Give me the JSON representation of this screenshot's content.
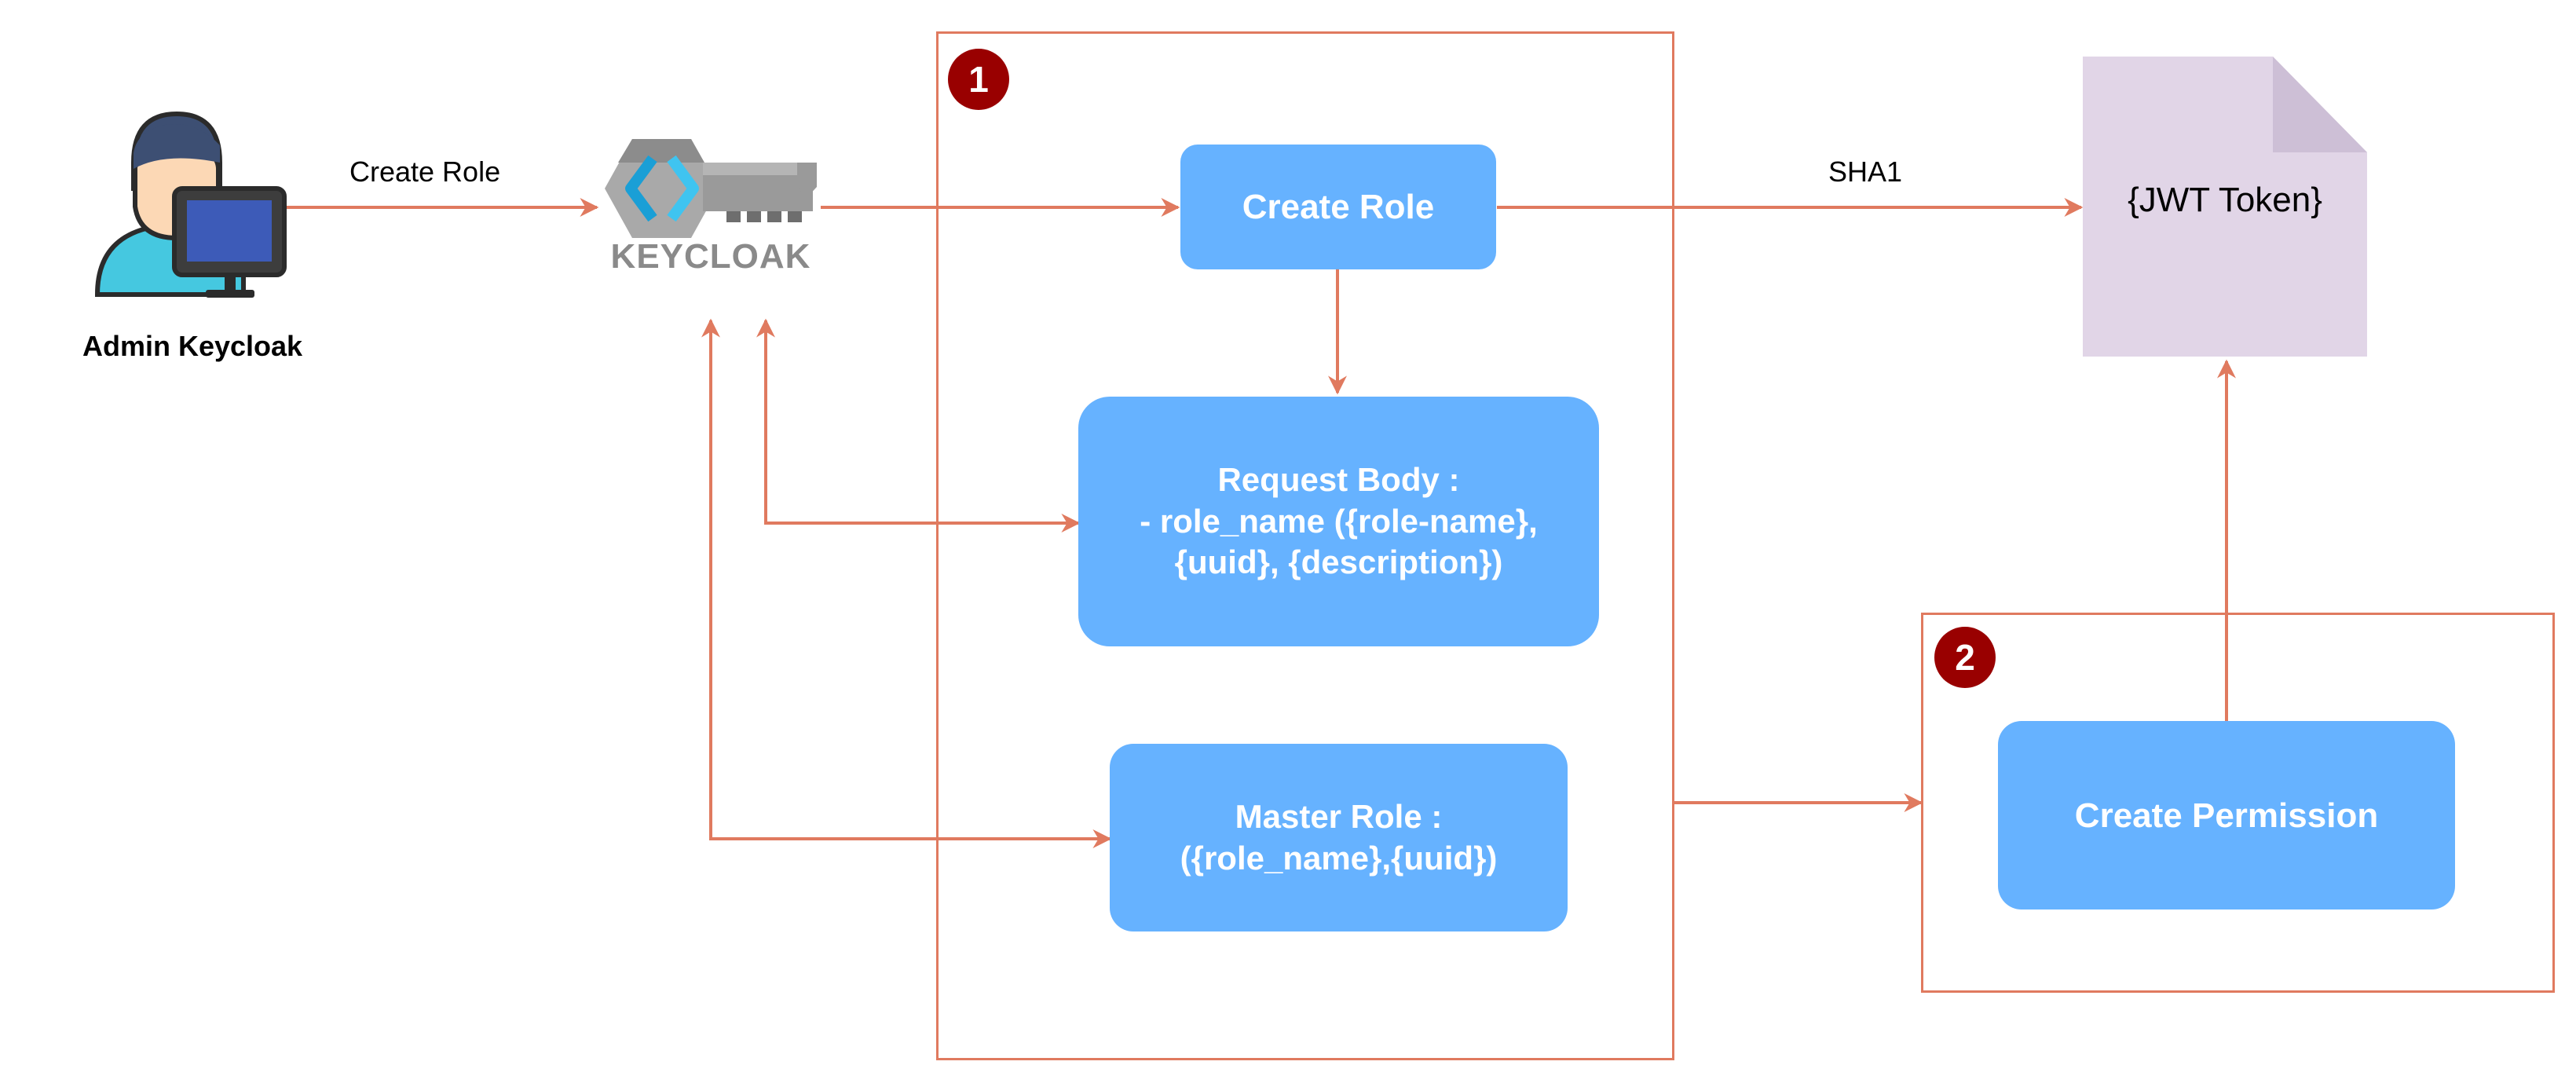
{
  "actor": {
    "label": "Admin Keycloak"
  },
  "keycloak": {
    "wordmark": "KEYCLOAK",
    "icon": "keycloak-key-logo"
  },
  "edges": {
    "create_role_label": "Create Role",
    "sha1_label": "SHA1"
  },
  "group1": {
    "badge": "1",
    "create_role": "Create Role",
    "request_body": "Request Body :\n- role_name ({role-name},\n{uuid}, {description})",
    "master_role": "Master Role :\n({role_name},{uuid})"
  },
  "group2": {
    "badge": "2",
    "create_permission": "Create Permission"
  },
  "token": {
    "label": "{JWT Token}"
  },
  "colors": {
    "arrow": "#e07a5f",
    "box": "#66b2ff",
    "badge": "#990000",
    "document": "#e1d5e7"
  }
}
